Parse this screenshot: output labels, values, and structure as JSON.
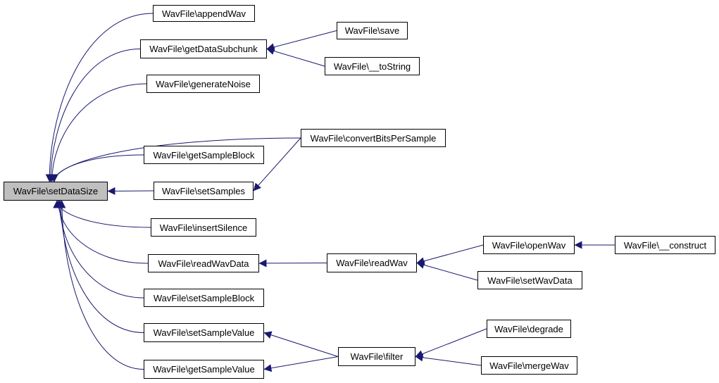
{
  "colors": {
    "edge": "#191970",
    "root_fill": "#bfbfbf",
    "node_fill": "#ffffff",
    "border": "#000000"
  },
  "nodes": {
    "setDataSize": "WavFile\\setDataSize",
    "appendWav": "WavFile\\appendWav",
    "getDataSubchunk": "WavFile\\getDataSubchunk",
    "save": "WavFile\\save",
    "toString": "WavFile\\__toString",
    "generateNoise": "WavFile\\generateNoise",
    "convertBitsPerSample": "WavFile\\convertBitsPerSample",
    "getSampleBlock": "WavFile\\getSampleBlock",
    "setSamples": "WavFile\\setSamples",
    "insertSilence": "WavFile\\insertSilence",
    "readWavData": "WavFile\\readWavData",
    "readWav": "WavFile\\readWav",
    "openWav": "WavFile\\openWav",
    "construct": "WavFile\\__construct",
    "setWavData": "WavFile\\setWavData",
    "setSampleBlock": "WavFile\\setSampleBlock",
    "setSampleValue": "WavFile\\setSampleValue",
    "getSampleValue": "WavFile\\getSampleValue",
    "filter": "WavFile\\filter",
    "degrade": "WavFile\\degrade",
    "mergeWav": "WavFile\\mergeWav"
  },
  "edges": [
    [
      "appendWav",
      "setDataSize"
    ],
    [
      "getDataSubchunk",
      "setDataSize"
    ],
    [
      "generateNoise",
      "setDataSize"
    ],
    [
      "convertBitsPerSample",
      "setDataSize"
    ],
    [
      "getSampleBlock",
      "setDataSize"
    ],
    [
      "setSamples",
      "setDataSize"
    ],
    [
      "insertSilence",
      "setDataSize"
    ],
    [
      "readWavData",
      "setDataSize"
    ],
    [
      "setSampleBlock",
      "setDataSize"
    ],
    [
      "setSampleValue",
      "setDataSize"
    ],
    [
      "getSampleValue",
      "setDataSize"
    ],
    [
      "save",
      "getDataSubchunk"
    ],
    [
      "toString",
      "getDataSubchunk"
    ],
    [
      "convertBitsPerSample",
      "setSamples"
    ],
    [
      "readWav",
      "readWavData"
    ],
    [
      "openWav",
      "readWav"
    ],
    [
      "setWavData",
      "readWav"
    ],
    [
      "construct",
      "openWav"
    ],
    [
      "filter",
      "setSampleValue"
    ],
    [
      "filter",
      "getSampleValue"
    ],
    [
      "degrade",
      "filter"
    ],
    [
      "mergeWav",
      "filter"
    ]
  ]
}
